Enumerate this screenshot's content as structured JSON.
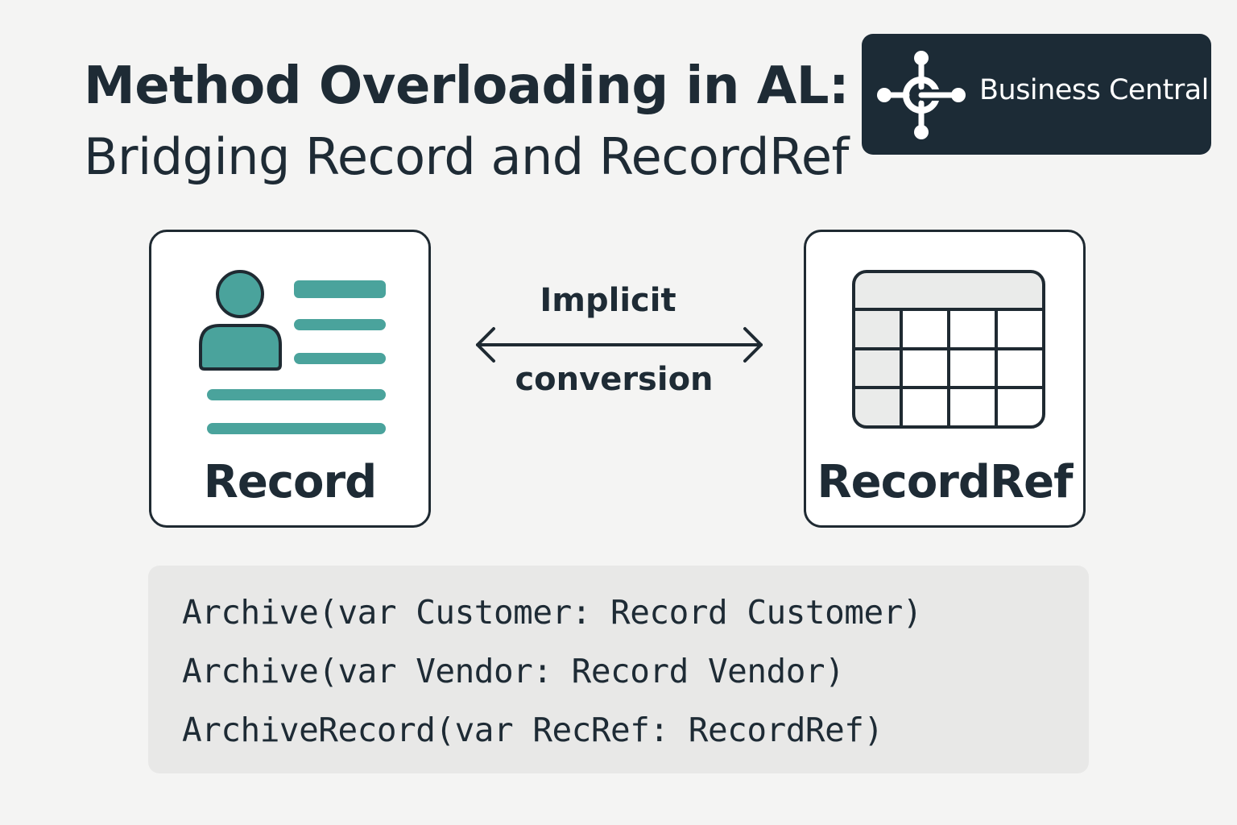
{
  "title": {
    "main": "Method Overloading in AL:",
    "subtitle": "Bridging Record and RecordRef"
  },
  "badge": {
    "label": "Business Central"
  },
  "left_card": {
    "label": "Record",
    "icon": "record-document-icon"
  },
  "right_card": {
    "label": "RecordRef",
    "icon": "table-grid-icon"
  },
  "conversion": {
    "line1": "Implicit",
    "line2": "conversion"
  },
  "code": {
    "lines": [
      "Archive(var Customer: Record Customer)",
      "Archive(var Vendor: Record Vendor)",
      "ArchiveRecord(var RecRef: RecordRef)"
    ]
  },
  "colors": {
    "accent_teal": "#4aa39c",
    "dark": "#1c2b36",
    "background": "#f4f4f3",
    "code_bg": "#e8e8e7"
  }
}
